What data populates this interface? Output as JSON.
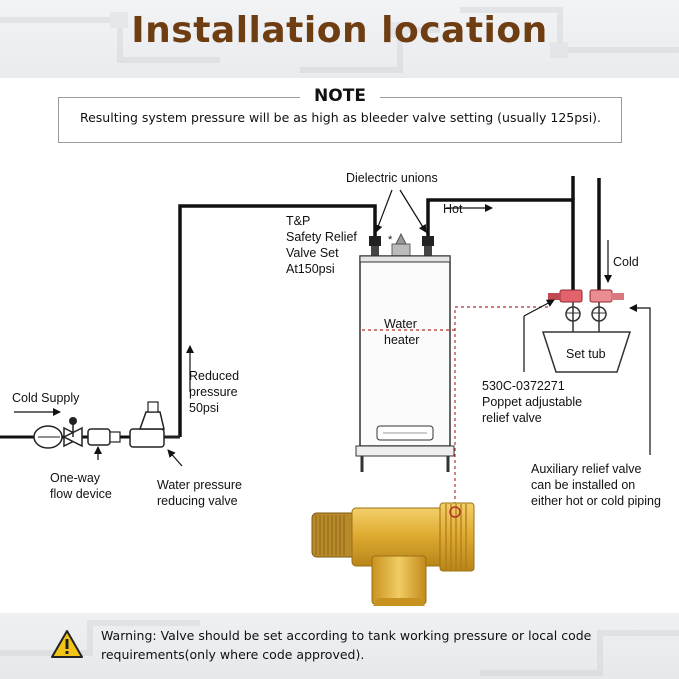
{
  "title": "Installation location",
  "note": {
    "label": "NOTE",
    "text": "Resulting system pressure will be as high as bleeder valve setting (usually 125psi)."
  },
  "labels": {
    "dielectric_unions": "Dielectric unions",
    "tp_valve": [
      "T&P",
      "Safety Relief",
      "Valve Set",
      "At150psi"
    ],
    "asterisk": "*",
    "hot": "Hot",
    "cold": "Cold",
    "water_heater": [
      "Water",
      "heater"
    ],
    "set_tub": "Set tub",
    "reduced_pressure": [
      "Reduced",
      "pressure",
      "50psi"
    ],
    "cold_supply": "Cold Supply",
    "one_way": [
      "One-way",
      "flow device"
    ],
    "pressure_reducing": [
      "Water pressure",
      "reducing valve"
    ],
    "poppet": [
      "530C-0372271",
      "Poppet adjustable",
      "relief valve"
    ],
    "auxiliary": [
      "Auxiliary relief valve",
      "can be installed on",
      "either hot or cold piping"
    ]
  },
  "warning": {
    "icon": "warning-triangle-icon",
    "lines": [
      "Warning:  Valve should be set according to tank working pressure or local code",
      "requirements(only where code approved)."
    ]
  },
  "colors": {
    "title": "#6e3d12",
    "brass": "#d9a42a",
    "relief_valve_red": "#e2636b",
    "dashed_line": "#b3322d",
    "warning_yellow": "#f2c418"
  }
}
